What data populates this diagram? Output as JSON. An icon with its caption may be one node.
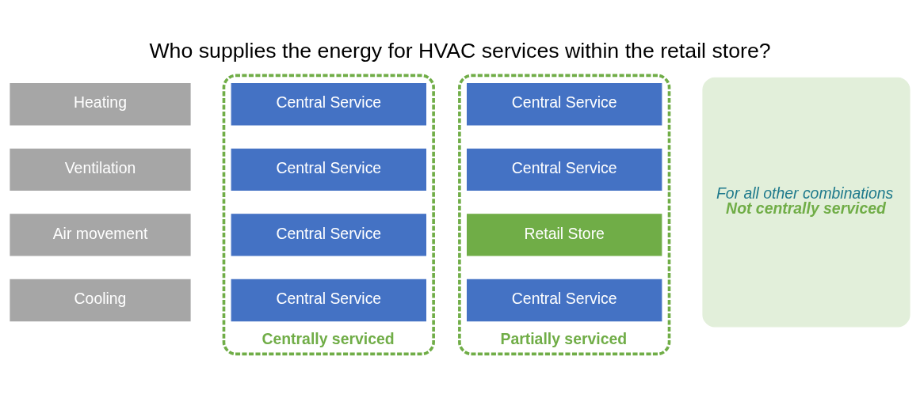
{
  "diagram": {
    "title": "Who supplies the energy for HVAC services within the retail store?",
    "nodes": [
      {
        "text": [
          "Heating"
        ]
      },
      {
        "text": [
          "Ventilation"
        ]
      },
      {
        "text": [
          "Air movement"
        ]
      },
      {
        "text": [
          "Cooling"
        ]
      },
      {
        "text": [
          "Centrally serviced"
        ]
      },
      {
        "text": [
          "Central Service"
        ],
        "in": 4
      },
      {
        "text": [
          "Central Service"
        ],
        "in": 4
      },
      {
        "text": [
          "Central Service"
        ],
        "in": 4
      },
      {
        "text": [
          "Central Service"
        ],
        "in": 4
      },
      {
        "text": [
          "Partially serviced"
        ]
      },
      {
        "text": [
          "Central Service"
        ],
        "in": 9
      },
      {
        "text": [
          "Central Service"
        ],
        "in": 9
      },
      {
        "text": [
          "Retail Store"
        ],
        "in": 9
      },
      {
        "text": [
          "Central Service"
        ],
        "in": 9
      },
      {
        "text": [
          "For all other combinations",
          "Not centrally serviced"
        ]
      }
    ],
    "edges": []
  }
}
